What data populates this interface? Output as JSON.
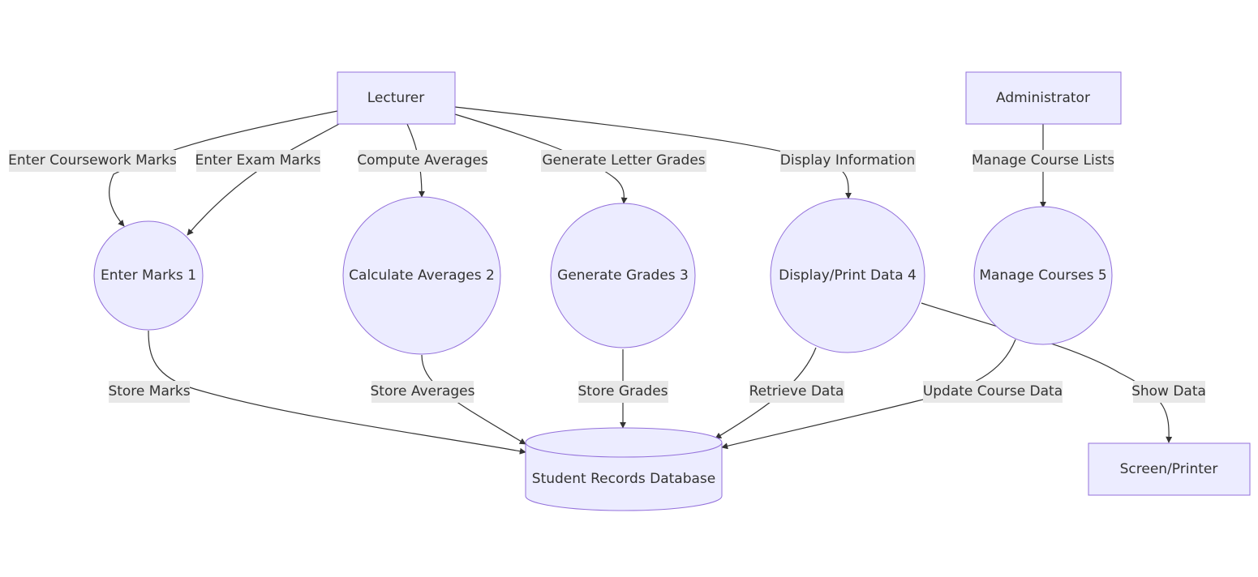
{
  "colors": {
    "node_fill": "#ECECFF",
    "node_stroke": "#9370DB",
    "edge": "#333333",
    "label_bg": "#E8E8E8",
    "text": "#333333"
  },
  "nodes": {
    "lecturer": "Lecturer",
    "administrator": "Administrator",
    "enter_marks": "Enter Marks 1",
    "calculate_averages": "Calculate Averages 2",
    "generate_grades": "Generate Grades 3",
    "display_print": "Display/Print Data 4",
    "manage_courses": "Manage Courses 5",
    "database": "Student Records Database",
    "screen_printer": "Screen/Printer"
  },
  "edges": {
    "enter_coursework": "Enter Coursework Marks",
    "enter_exam": "Enter Exam Marks",
    "compute_averages": "Compute Averages",
    "generate_letter_grades": "Generate Letter Grades",
    "display_information": "Display Information",
    "manage_course_lists": "Manage Course Lists",
    "store_marks": "Store Marks",
    "store_averages": "Store Averages",
    "store_grades": "Store Grades",
    "retrieve_data": "Retrieve Data",
    "update_course_data": "Update Course Data",
    "show_data": "Show Data"
  }
}
